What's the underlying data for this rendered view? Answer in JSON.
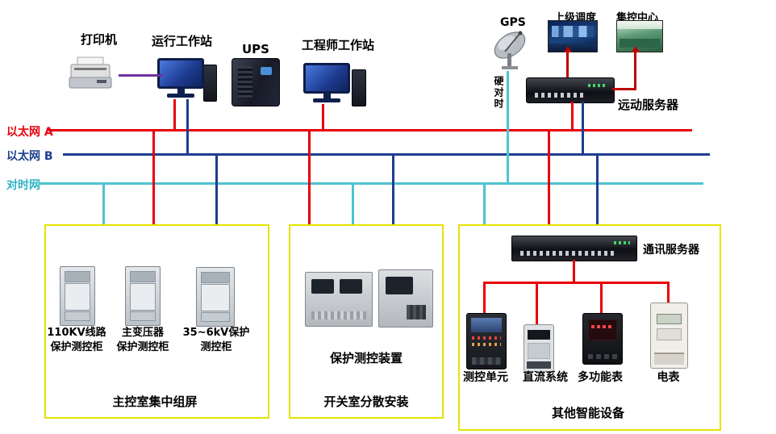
{
  "colors": {
    "ethernet_a": "#e8000a",
    "ethernet_b": "#1d3d8f",
    "time_sync": "#4fc3d0",
    "group_border": "#e6e300",
    "printer_link": "#7030a0",
    "uplink_arrow": "#c00000"
  },
  "top_devices": {
    "printer": "打印机",
    "operator_workstation": "运行工作站",
    "ups": "UPS",
    "engineer_workstation": "工程师工作站",
    "gps": "GPS",
    "superior_dispatch": "上级调度",
    "central_control": "集控中心",
    "telecontrol_server": "远动服务器",
    "hard_time_sync": "硬对时"
  },
  "buses": {
    "ethernet_a": "以太网 A",
    "ethernet_b": "以太网 B",
    "time_sync": "对时网"
  },
  "group_main_control": {
    "title": "主控室集中组屏",
    "cabinets": [
      "110KV线路\n保护测控柜",
      "主变压器\n保护测控柜",
      "35~6kV保护\n测控柜"
    ]
  },
  "group_switch_room": {
    "title": "开关室分散安装",
    "device": "保护测控装置"
  },
  "group_other": {
    "title": "其他智能设备",
    "comm_server": "通讯服务器",
    "devices": [
      "测控单元",
      "直流系统",
      "多功能表",
      "电表"
    ]
  }
}
